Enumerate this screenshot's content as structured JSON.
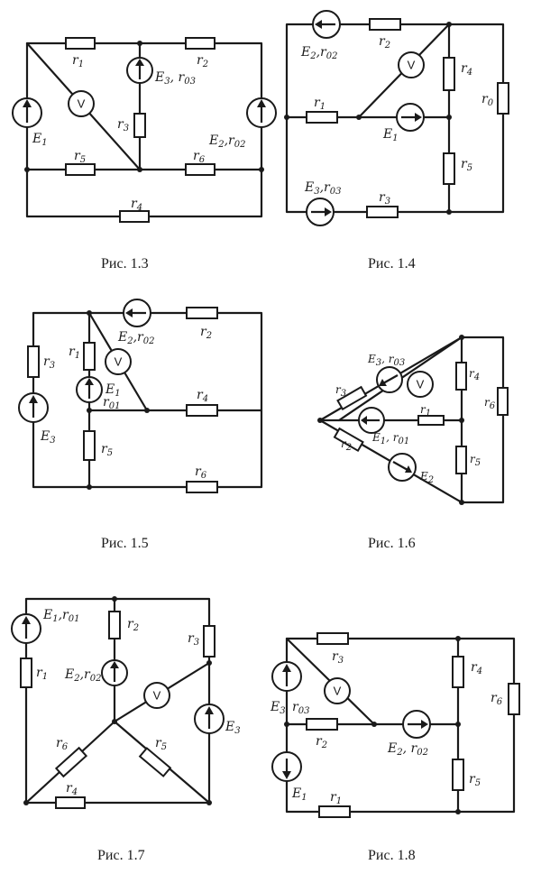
{
  "figures": [
    {
      "caption": "Рис. 1.3",
      "labels": {
        "r1": [
          "r",
          "1"
        ],
        "r2": [
          "r",
          "2"
        ],
        "r3": [
          "r",
          "3"
        ],
        "r4": [
          "r",
          "4"
        ],
        "r5": [
          "r",
          "5"
        ],
        "r6": [
          "r",
          "6"
        ],
        "E1": [
          "E",
          "1"
        ],
        "E2": [
          "E",
          "2",
          ",r",
          "02"
        ],
        "E3": [
          "E",
          "3",
          ", r",
          "03"
        ],
        "V": "V"
      }
    },
    {
      "caption": "Рис. 1.4",
      "labels": {
        "E2": [
          "E",
          "2",
          ",r",
          "02"
        ],
        "r2": [
          "r",
          "2"
        ],
        "r4": [
          "r",
          "4"
        ],
        "r0": [
          "r",
          "0"
        ],
        "r1": [
          "r",
          "1"
        ],
        "E1": [
          "E",
          "1"
        ],
        "r5": [
          "r",
          "5"
        ],
        "E3": [
          "E",
          "3",
          ",r",
          "03"
        ],
        "r3": [
          "r",
          "3"
        ],
        "V": "V"
      }
    },
    {
      "caption": "Рис. 1.5",
      "labels": {
        "E2": [
          "E",
          "2",
          ",r",
          "02"
        ],
        "r2": [
          "r",
          "2"
        ],
        "r3": [
          "r",
          "3"
        ],
        "r1": [
          "r",
          "1"
        ],
        "E1": [
          "E",
          "1"
        ],
        "r01": [
          "r",
          "01"
        ],
        "r4": [
          "r",
          "4"
        ],
        "E3": [
          "E",
          "3"
        ],
        "r5": [
          "r",
          "5"
        ],
        "r6": [
          "r",
          "6"
        ],
        "V": "V"
      }
    },
    {
      "caption": "Рис. 1.6",
      "labels": {
        "E3": [
          "E",
          "3",
          ", r",
          "03"
        ],
        "r3": [
          "r",
          "3"
        ],
        "r4": [
          "r",
          "4"
        ],
        "r6": [
          "r",
          "6"
        ],
        "r1": [
          "r",
          "1"
        ],
        "E1": [
          "E",
          "1",
          ", r",
          "01"
        ],
        "r2": [
          "r",
          "2"
        ],
        "E2": [
          "E",
          "2"
        ],
        "r5": [
          "r",
          "5"
        ],
        "V": "V"
      }
    },
    {
      "caption": "Рис. 1.7",
      "labels": {
        "E1": [
          "E",
          "1",
          ",r",
          "01"
        ],
        "r1": [
          "r",
          "1"
        ],
        "r2": [
          "r",
          "2"
        ],
        "E2": [
          "E",
          "2",
          ",r",
          "02"
        ],
        "r3": [
          "r",
          "3"
        ],
        "E3": [
          "E",
          "3"
        ],
        "r6": [
          "r",
          "6"
        ],
        "r5": [
          "r",
          "5"
        ],
        "r4": [
          "r",
          "4"
        ],
        "V": "V"
      }
    },
    {
      "caption": "Рис. 1.8",
      "labels": {
        "r3": [
          "r",
          "3"
        ],
        "E3": [
          "E",
          "3"
        ],
        "r03": [
          "r",
          "03"
        ],
        "r2": [
          "r",
          "2"
        ],
        "E2": [
          "E",
          "2",
          ", r",
          "02"
        ],
        "r4": [
          "r",
          "4"
        ],
        "r6": [
          "r",
          "6"
        ],
        "r5": [
          "r",
          "5"
        ],
        "E1": [
          "E",
          "1"
        ],
        "r1": [
          "r",
          "1"
        ],
        "V": "V"
      }
    }
  ]
}
